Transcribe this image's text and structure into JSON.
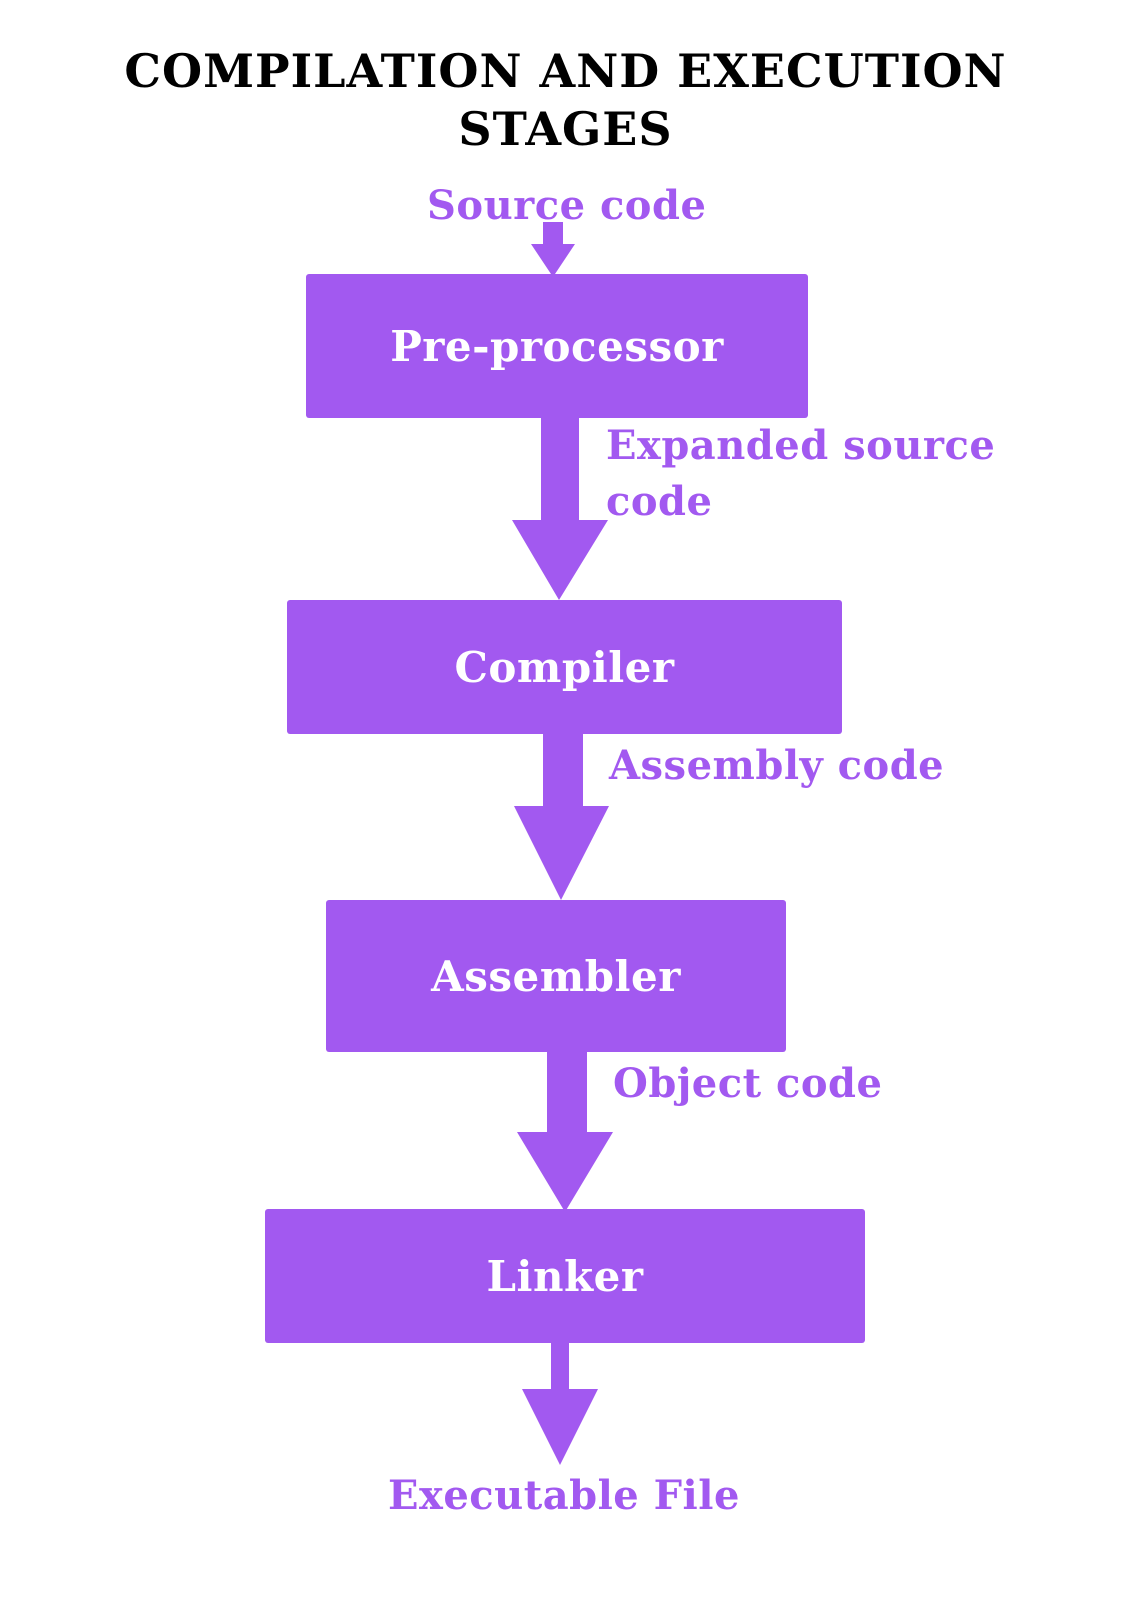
{
  "title": {
    "line1": "COMPILATION AND EXECUTION",
    "line2": "STAGES"
  },
  "colors": {
    "accent": "#a259f0",
    "box_text": "#ffffff",
    "title_text": "#000000"
  },
  "input_label": "Source code",
  "stages": [
    {
      "label": "Pre-processor"
    },
    {
      "label": "Compiler"
    },
    {
      "label": "Assembler"
    },
    {
      "label": "Linker"
    }
  ],
  "edge_labels": {
    "expanded_line1": "Expanded source",
    "expanded_line2": "code",
    "assembly": "Assembly code",
    "object": "Object code"
  },
  "output_label": "Executable File"
}
